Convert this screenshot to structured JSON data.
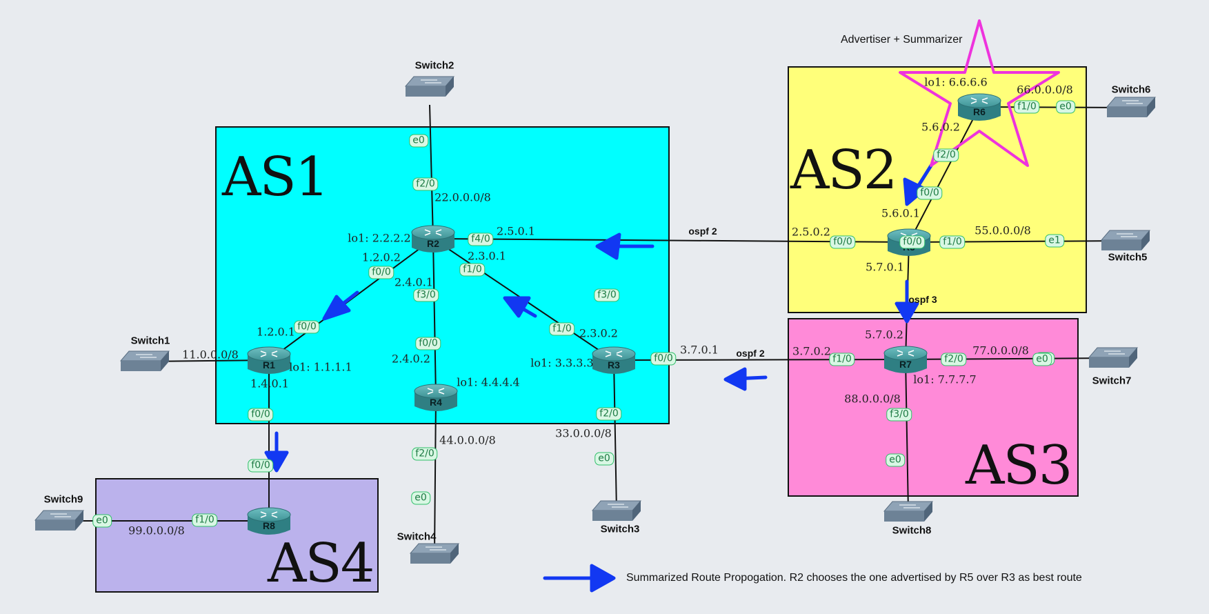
{
  "autonomous_systems": [
    {
      "id": "as1",
      "label": "AS1",
      "color": "#00ffff"
    },
    {
      "id": "as2",
      "label": "AS2",
      "color": "#ffff7a"
    },
    {
      "id": "as3",
      "label": "AS3",
      "color": "#ff8ad8"
    },
    {
      "id": "as4",
      "label": "AS4",
      "color": "#bbb2ec"
    }
  ],
  "routers": [
    {
      "id": "r1",
      "name": "R1",
      "loopback": "lo1: 1.1.1.1"
    },
    {
      "id": "r2",
      "name": "R2",
      "loopback": "lo1: 2.2.2.2"
    },
    {
      "id": "r3",
      "name": "R3",
      "loopback": "lo1: 3.3.3.3"
    },
    {
      "id": "r4",
      "name": "R4",
      "loopback": "lo1: 4.4.4.4"
    },
    {
      "id": "r5",
      "name": "R5",
      "loopback": ""
    },
    {
      "id": "r6",
      "name": "R6",
      "loopback": "lo1: 6.6.6.6"
    },
    {
      "id": "r7",
      "name": "R7",
      "loopback": "lo1: 7.7.7.7"
    },
    {
      "id": "r8",
      "name": "R8",
      "loopback": ""
    }
  ],
  "switches": [
    "Switch1",
    "Switch2",
    "Switch3",
    "Switch4",
    "Switch5",
    "Switch6",
    "Switch7",
    "Switch8",
    "Switch9"
  ],
  "interfaces": [
    "e0",
    "f2/0",
    "f4/0",
    "f0/0",
    "f1/0",
    "f3/0",
    "f0/0",
    "f0/0",
    "f1/0",
    "f3/0",
    "f0/0",
    "f2/0",
    "f0/0",
    "f2/0",
    "e0",
    "e0",
    "f2/0",
    "e0",
    "f0/0",
    "f1/0",
    "e1",
    "f1/0",
    "e0",
    "f0/0",
    "f1/0",
    "f2/0",
    "e0",
    "f3/0",
    "e0",
    "f1/0",
    "e0",
    "f0/0",
    "f0/0"
  ],
  "addresses": [
    "22.0.0.0/8",
    "2.5.0.1",
    "1.2.0.2",
    "2.3.0.1",
    "2.4.0.1",
    "1.2.0.1",
    "11.0.0.0/8",
    "1.4.0.1",
    "2.4.0.2",
    "44.0.0.0/8",
    "2.3.0.2",
    "33.0.0.0/8",
    "3.7.0.1",
    "2.5.0.2",
    "55.0.0.0/8",
    "5.7.0.1",
    "5.6.0.1",
    "5.6.0.2",
    "66.0.0.0/8",
    "3.7.0.2",
    "5.7.0.2",
    "77.0.0.0/8",
    "88.0.0.0/8",
    "99.0.0.0/8"
  ],
  "links": [
    "ospf 2",
    "ospf 3",
    "ospf 2"
  ],
  "annotations": {
    "advertiser": "Advertiser + Summarizer",
    "legend": "Summarized Route Propogation. R2 chooses the one advertised by R5 over R3 as best route"
  },
  "colors": {
    "arrow": "#1238f2",
    "star": "#ee33dd",
    "router_top": "#4fa4a6",
    "router_body": "#2f7f83",
    "switch_top": "#8fa3b6",
    "switch_side": "#5f7387",
    "iface_fill": "#d9f7e4",
    "iface_border": "#2fbf69"
  },
  "icons": {
    "router": "router-icon",
    "switch": "switch-icon",
    "arrow": "arrow-icon",
    "star": "star-icon"
  }
}
